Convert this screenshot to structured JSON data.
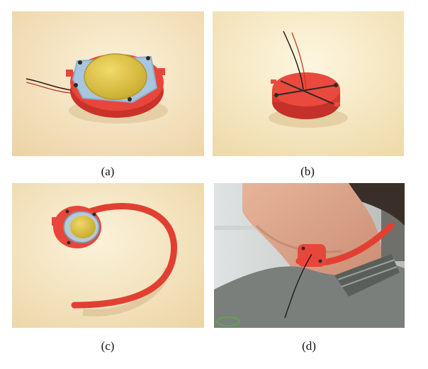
{
  "figure": {
    "panels": [
      {
        "caption": "(a)"
      },
      {
        "caption": "(b)"
      },
      {
        "caption": "(c)"
      },
      {
        "caption": "(d)"
      }
    ]
  },
  "colors": {
    "background_warm": "#f6e6c4",
    "device_red": "#e8463a",
    "disc_gold": "#e3c84a",
    "gasket_blue": "#a9c6df",
    "shirt_gray": "#7a7f7c"
  }
}
